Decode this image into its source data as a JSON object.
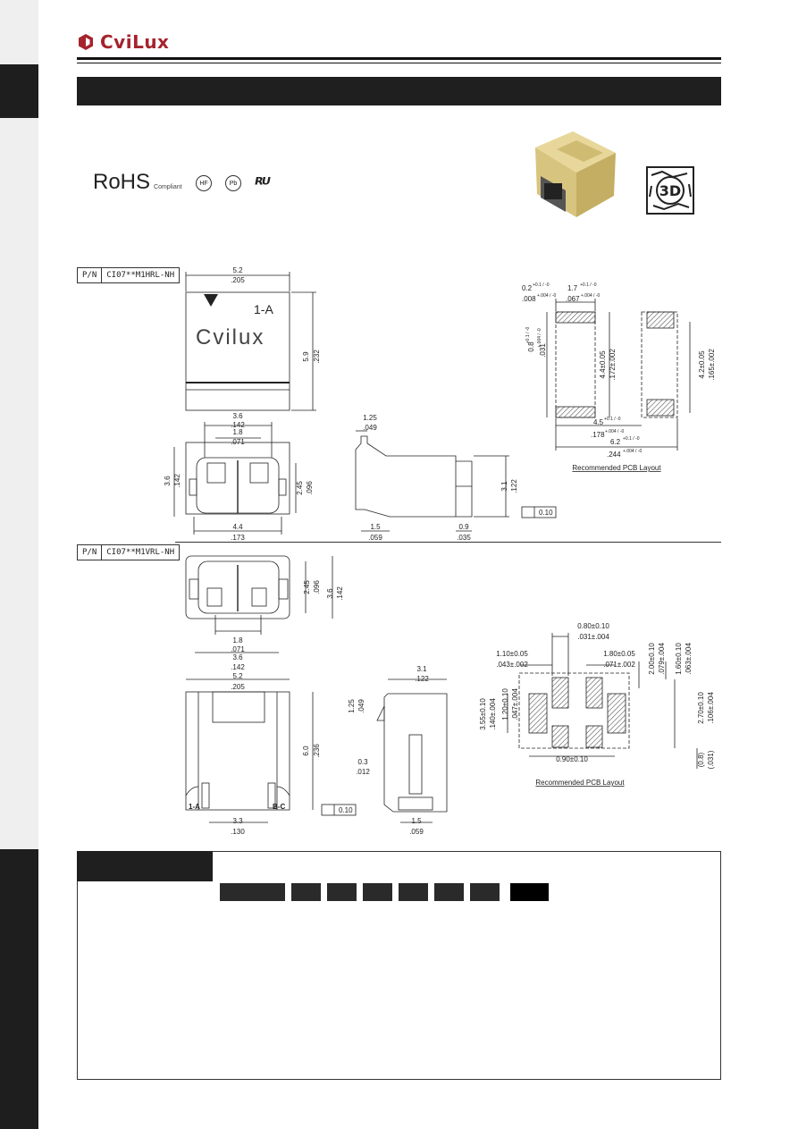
{
  "brand": {
    "name": "CviLux",
    "color": "#a5232d"
  },
  "certs": {
    "rohs": "RoHS",
    "compliant": "Compliant",
    "hf": "HF",
    "pb": "Pb"
  },
  "photo_icon": "connector-photo",
  "badge": {
    "label": "3D"
  },
  "section1": {
    "pn_key": "P/N",
    "pn_value": "CI07**M1HRL-NH",
    "top_view": {
      "w_mm": "5.2",
      "w_in": ".205",
      "h_mm": "5.9",
      "h_in": ".232",
      "pin_label": "1-A",
      "logo": "Cvilux"
    },
    "front_view": {
      "a_mm": "3.6",
      "a_in": ".142",
      "b_mm": "1.8",
      "b_in": ".071",
      "h_mm": "3.6",
      "h_in": ".142",
      "c_mm": "2.45",
      "c_in": ".096",
      "d_mm": "4.4",
      "d_in": ".173"
    },
    "side_view": {
      "a_mm": "1.25",
      "a_in": ".049",
      "h_mm": "3.1",
      "h_in": ".122",
      "b_mm": "1.5",
      "b_in": ".059",
      "c_mm": "0.9",
      "c_in": ".035",
      "flat": "0.10"
    },
    "pcb": {
      "a": "0.2",
      "a_tol": "+0.1 / -0",
      "a_in": ".008",
      "a_in_tol": "+.004 / -0",
      "b": "1.7",
      "b_tol": "+0.1 / -0",
      "b_in": ".067",
      "b_in_tol": "+.004 / -0",
      "c": "0.8",
      "c_tol": "+0.1 / -0",
      "c_in": ".031",
      "c_in_tol": "+.004 / -0",
      "d": "4.4±0.05",
      "d_in": ".172±.002",
      "e": "4.2±0.05",
      "e_in": ".165±.002",
      "f": "4.5",
      "f_tol": "+0.1 / -0",
      "f_in": ".178",
      "f_in_tol": "+.004 / -0",
      "g": "6.2",
      "g_tol": "+0.1 / -0",
      "g_in": ".244",
      "g_in_tol": "+.004 / -0",
      "caption": "Recommended PCB Layout"
    }
  },
  "section2": {
    "pn_key": "P/N",
    "pn_value": "CI07**M1VRL-NH",
    "top_view": {
      "a_mm": "2.45",
      "a_in": ".096",
      "h_mm": "3.6",
      "h_in": ".142",
      "b_mm": "1.8",
      "b_in": ".071",
      "c_mm": "3.6",
      "c_in": ".142"
    },
    "front_view": {
      "w_mm": "5.2",
      "w_in": ".205",
      "h_mm": "6.0",
      "h_in": ".236",
      "b_mm": "3.3",
      "b_in": ".130",
      "pin_left": "1-A",
      "pin_right": "B-C",
      "flat": "0.10"
    },
    "side_view": {
      "w_mm": "3.1",
      "w_in": ".122",
      "a_mm": "1.25",
      "a_in": ".049",
      "b_mm": "0.3",
      "b_in": ".012",
      "c_mm": "1.5",
      "c_in": ".059"
    },
    "pcb": {
      "a": "0.80±0.10",
      "a_in": ".031±.004",
      "b": "1.10±0.05",
      "b_in": ".043±.002",
      "c": "1.80±0.05",
      "c_in": ".071±.002",
      "d": "2.00±0.10",
      "d_in": ".079±.004",
      "e": "1.60±0.10",
      "e_in": ".063±.004",
      "f": "3.55±0.10",
      "f_in": ".140±.004",
      "g": "1.20±0.10",
      "g_in": ".047±.004",
      "h": "2.70±0.10",
      "h_in": ".106±.004",
      "i": "0.90±0.10",
      "j": "(0.8)",
      "j_in": "(.031)",
      "caption": "Recommended PCB Layout"
    }
  }
}
